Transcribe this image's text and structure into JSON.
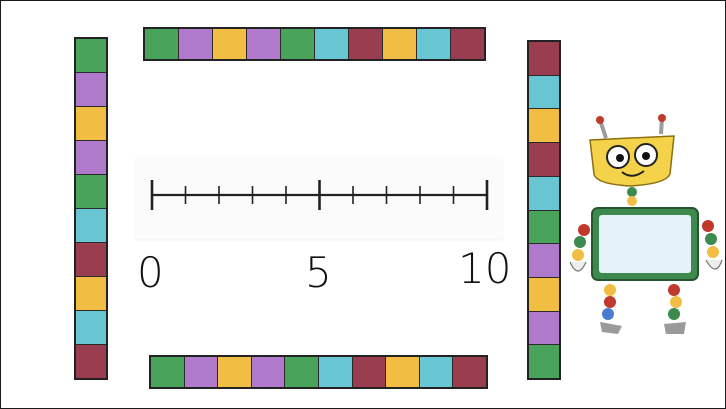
{
  "palette": {
    "green": "#4aa35a",
    "purple": "#b07acc",
    "yellow": "#f1bd42",
    "teal": "#68c6d3",
    "maroon": "#9a3d51"
  },
  "strips": {
    "top": [
      "green",
      "purple",
      "yellow",
      "purple",
      "green",
      "teal",
      "maroon",
      "yellow",
      "teal",
      "maroon"
    ],
    "bottom": [
      "green",
      "purple",
      "yellow",
      "purple",
      "green",
      "teal",
      "maroon",
      "yellow",
      "teal",
      "maroon"
    ],
    "left": [
      "green",
      "purple",
      "yellow",
      "purple",
      "green",
      "teal",
      "maroon",
      "yellow",
      "teal",
      "maroon"
    ],
    "right": [
      "maroon",
      "teal",
      "yellow",
      "maroon",
      "teal",
      "green",
      "purple",
      "yellow",
      "purple",
      "green"
    ]
  },
  "number_line": {
    "min": 0,
    "max": 10,
    "labels": [
      "0",
      "5",
      "10"
    ]
  },
  "robot": {
    "icon": "robot-mascot-icon",
    "screen_color": "#e6f2fa",
    "frame_color": "#3d8a4f"
  }
}
